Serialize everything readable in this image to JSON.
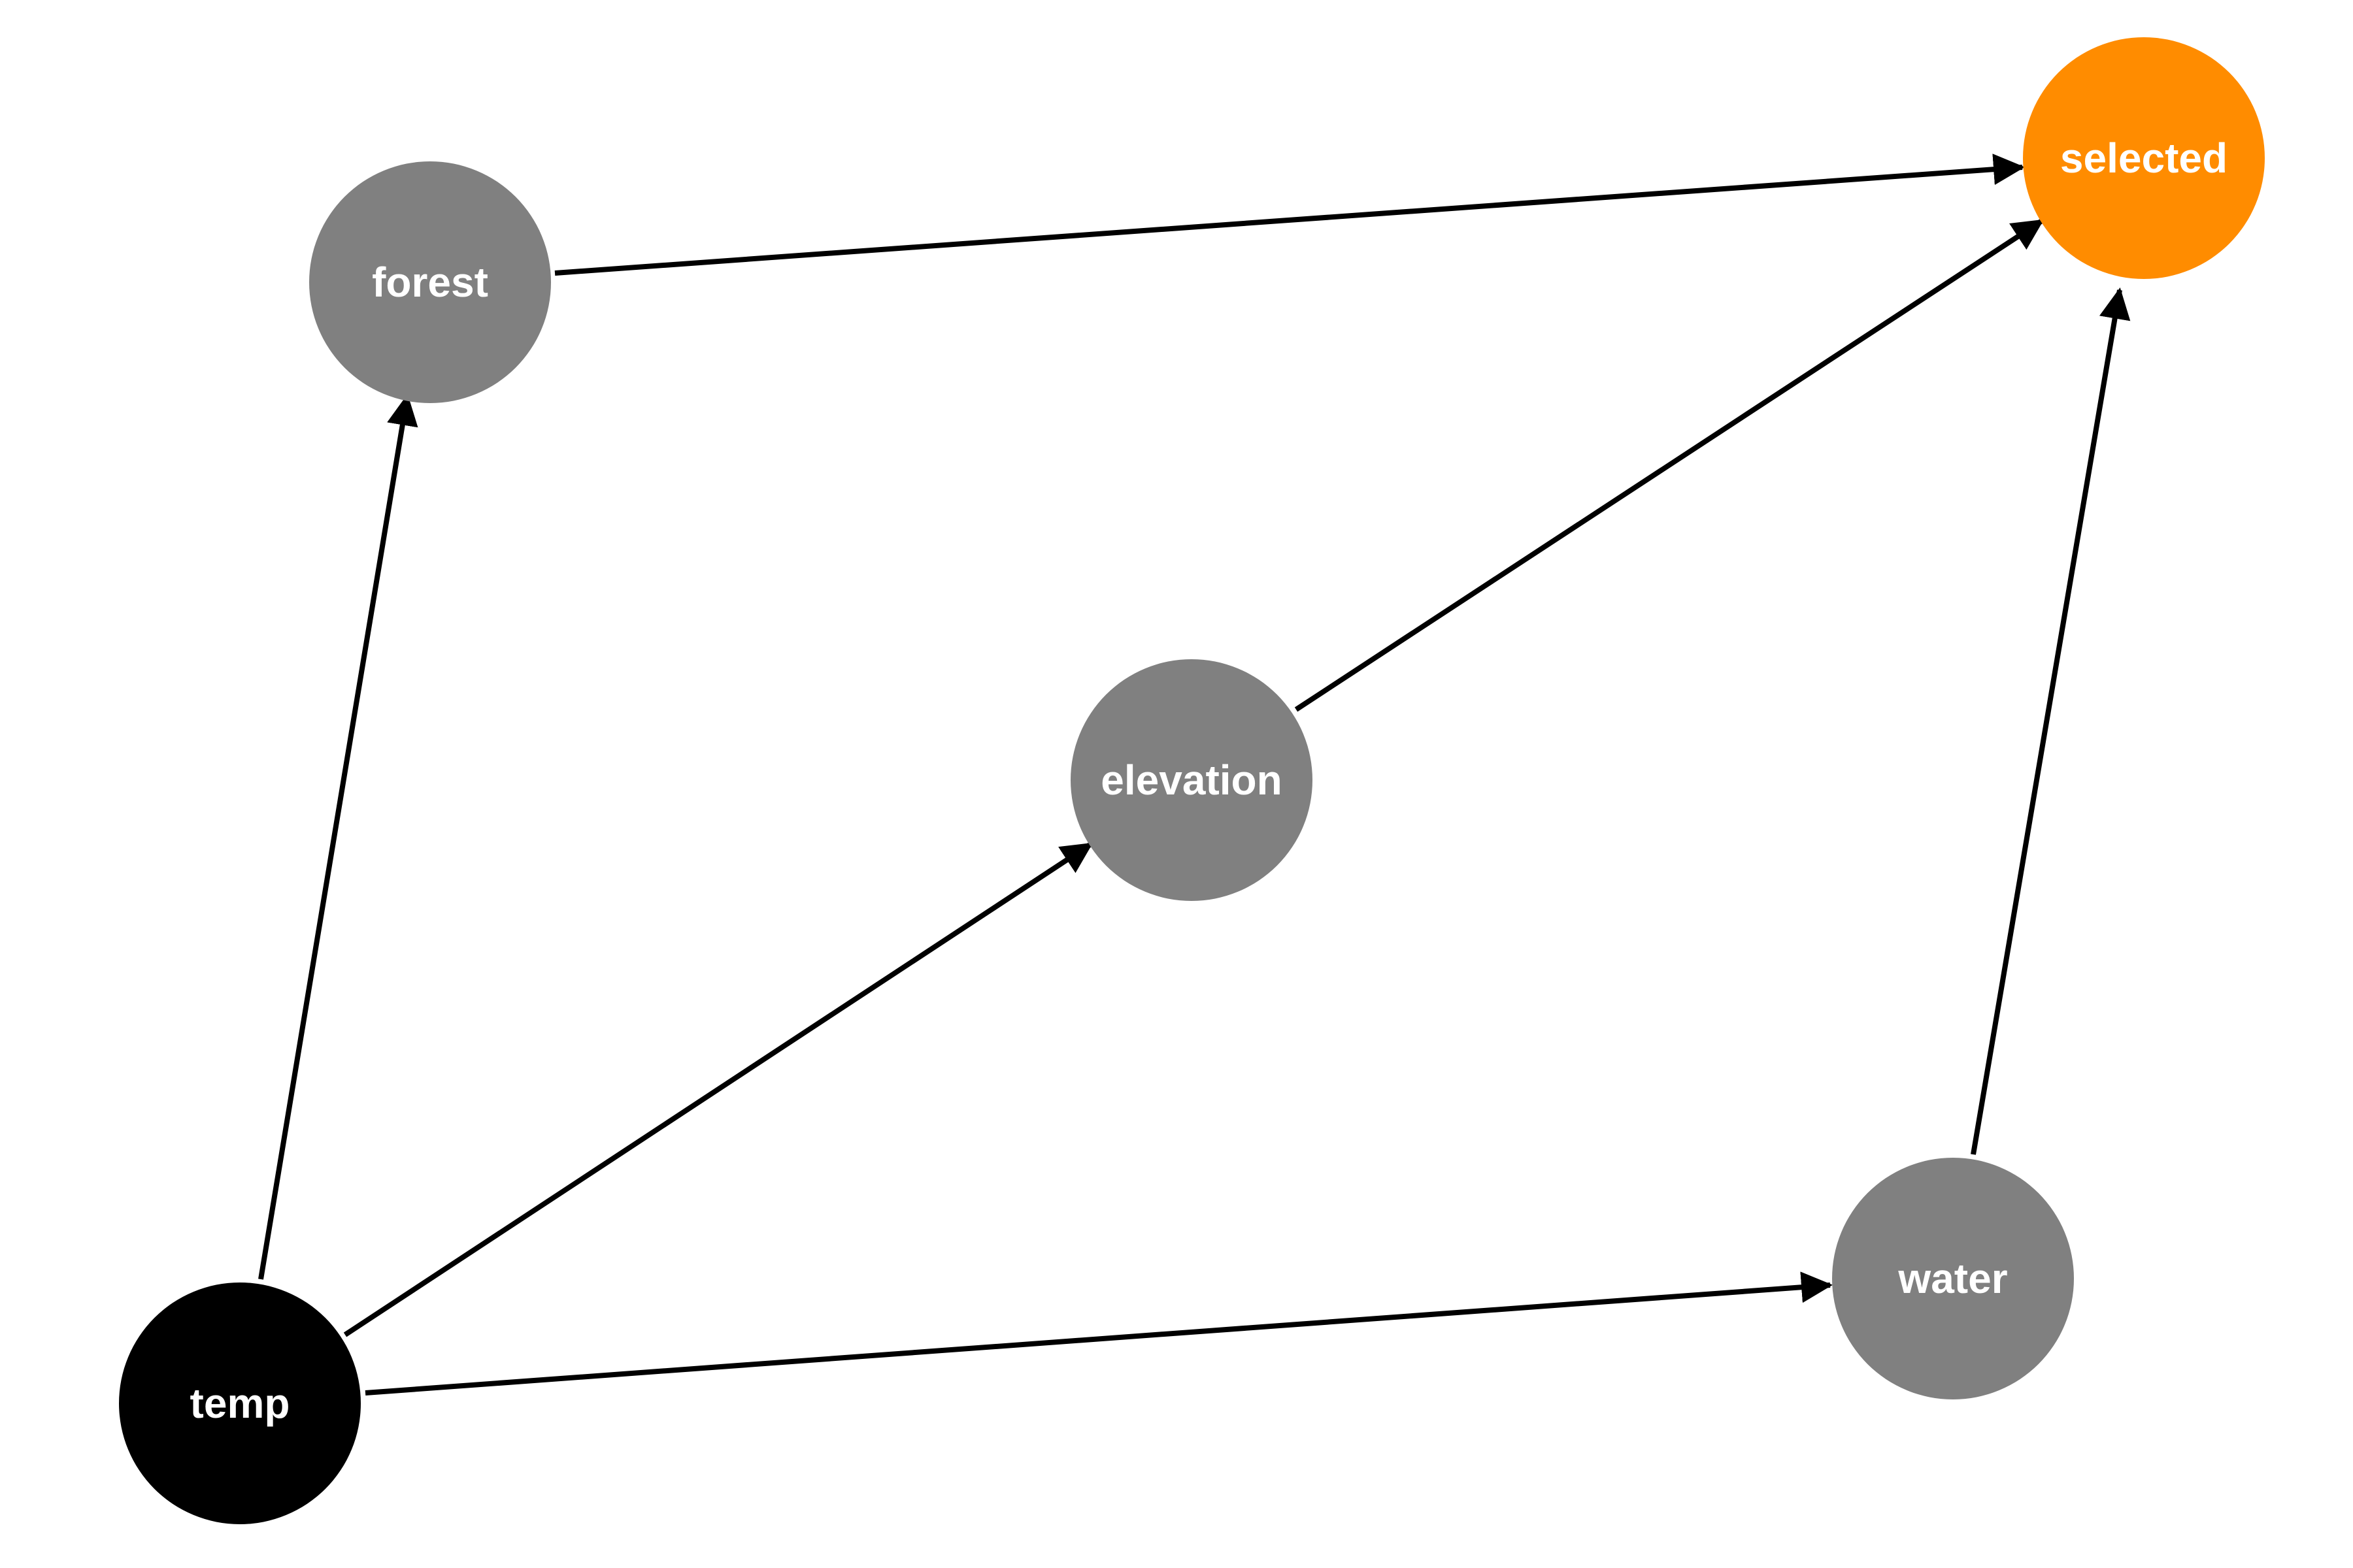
{
  "nodes": [
    {
      "id": "forest",
      "label": "forest",
      "color": "#808080"
    },
    {
      "id": "selected",
      "label": "selected",
      "color": "#ff8c00"
    },
    {
      "id": "elevation",
      "label": "elevation",
      "color": "#808080"
    },
    {
      "id": "water",
      "label": "water",
      "color": "#808080"
    },
    {
      "id": "temp",
      "label": "temp",
      "color": "#000000"
    }
  ],
  "edges": [
    {
      "from": "temp",
      "to": "forest"
    },
    {
      "from": "temp",
      "to": "elevation"
    },
    {
      "from": "temp",
      "to": "water"
    },
    {
      "from": "forest",
      "to": "selected"
    },
    {
      "from": "elevation",
      "to": "selected"
    },
    {
      "from": "water",
      "to": "selected"
    }
  ],
  "edge_color": "#000000"
}
